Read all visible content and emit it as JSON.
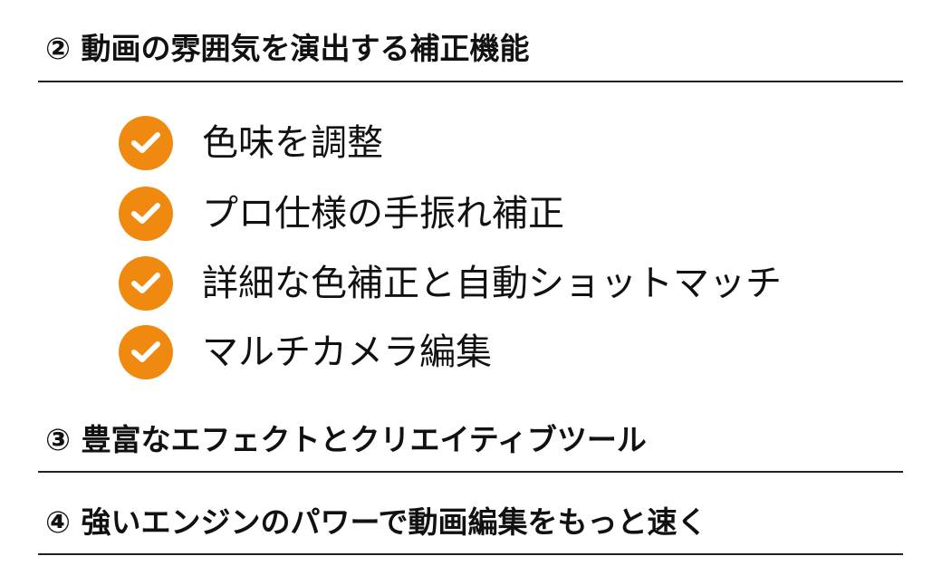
{
  "sections": [
    {
      "number": "②",
      "title": "動画の雰囲気を演出する補正機能"
    },
    {
      "number": "③",
      "title": "豊富なエフェクトとクリエイティブツール"
    },
    {
      "number": "④",
      "title": "強いエンジンのパワーで動画編集をもっと速く"
    }
  ],
  "features": [
    {
      "label": "色味を調整",
      "icon": "check-circle-icon"
    },
    {
      "label": "プロ仕様の手振れ補正",
      "icon": "check-circle-icon"
    },
    {
      "label": "詳細な色補正と自動ショットマッチ",
      "icon": "check-circle-icon"
    },
    {
      "label": "マルチカメラ編集",
      "icon": "check-circle-icon"
    }
  ],
  "colors": {
    "accent": "#F0890F",
    "text": "#111111",
    "rule": "#222222"
  }
}
